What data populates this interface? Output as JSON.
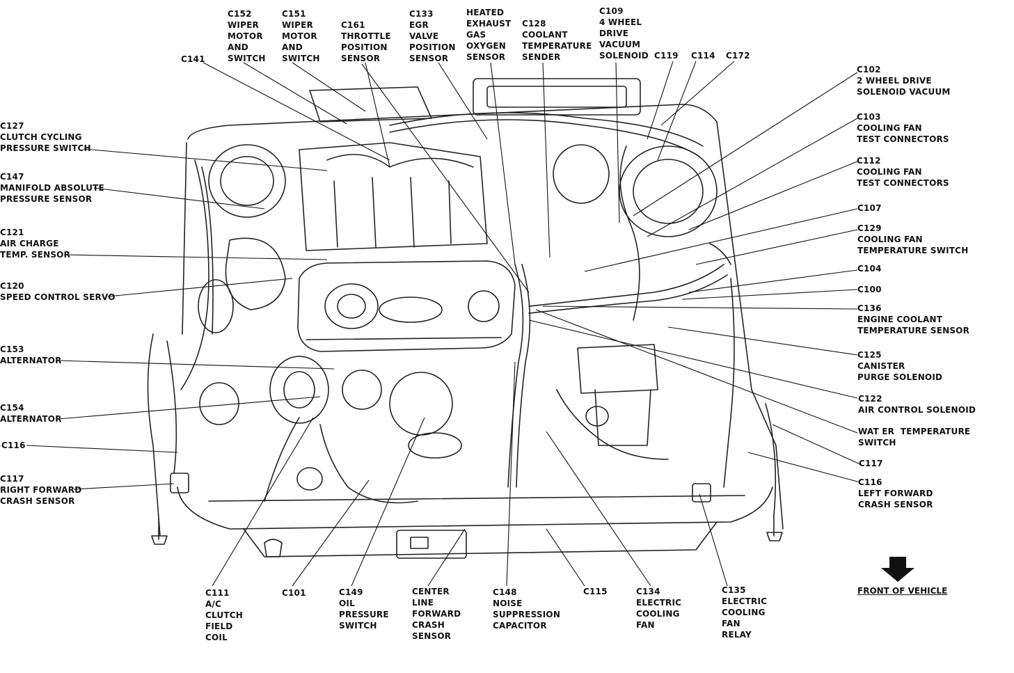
{
  "labels": {
    "c152": [
      "C152",
      "WIPER",
      "MOTOR",
      "AND",
      "SWITCH"
    ],
    "c151": [
      "C151",
      "WIPER",
      "MOTOR",
      "AND",
      "SWITCH"
    ],
    "c161": [
      "C161",
      "THROTTLE",
      "POSITION",
      "SENSOR"
    ],
    "c133": [
      "C133",
      "EGR",
      "VALVE",
      "POSITION",
      "SENSOR"
    ],
    "heated": [
      "HEATED",
      "EXHAUST",
      "GAS",
      "OXYGEN",
      "SENSOR"
    ],
    "c128": [
      "C128",
      "COOLANT",
      "TEMPERATURE",
      "SENDER"
    ],
    "c109": [
      "C109",
      "4 WHEEL",
      "DRIVE",
      "VACUUM",
      "SOLENOID"
    ],
    "c119": [
      "C119"
    ],
    "c114": [
      "C114"
    ],
    "c172": [
      "C172"
    ],
    "c141": [
      "C141"
    ],
    "c127": [
      "C127",
      "CLUTCH CYCLING",
      "PRESSURE SWITCH"
    ],
    "c147": [
      "C147",
      "MANIFOLD ABSOLUTE",
      "PRESSURE SENSOR"
    ],
    "c121": [
      "C121",
      "AIR CHARGE",
      "TEMP. SENSOR"
    ],
    "c120": [
      "C120",
      "SPEED CONTROL SERVO"
    ],
    "c153": [
      "C153",
      "ALTERNATOR"
    ],
    "c154": [
      "C154",
      "ALTERNATOR"
    ],
    "c116_left": [
      "C116"
    ],
    "c117_left": [
      "C117",
      "RIGHT FORWARD",
      "CRASH SENSOR"
    ],
    "c102": [
      "C102",
      "2 WHEEL DRIVE",
      "SOLENOID VACUUM"
    ],
    "c103": [
      "C103",
      "COOLING FAN",
      "TEST CONNECTORS"
    ],
    "c112": [
      "C112",
      "COOLING FAN",
      "TEST CONNECTORS"
    ],
    "c107": [
      "C107"
    ],
    "c129": [
      "C129",
      "COOLING FAN",
      "TEMPERATURE SWITCH"
    ],
    "c104": [
      "C104"
    ],
    "c100": [
      "C100"
    ],
    "c136": [
      "C136",
      "ENGINE COOLANT",
      "TEMPERATURE SENSOR"
    ],
    "c125": [
      "C125",
      "CANISTER",
      "PURGE SOLENOID"
    ],
    "c122": [
      "C122",
      "AIR CONTROL SOLENOID"
    ],
    "water": [
      "WAT ER  TEMPERATURE",
      "SWITCH"
    ],
    "c117_right": [
      "C117"
    ],
    "c116_right": [
      "C116",
      "LEFT FORWARD",
      "CRASH SENSOR"
    ],
    "c111": [
      "C111",
      "A/C",
      "CLUTCH",
      "FIELD",
      "COIL"
    ],
    "c101": [
      "C101"
    ],
    "c149": [
      "C149",
      "OIL",
      "PRESSURE",
      "SWITCH"
    ],
    "center": [
      "CENTER",
      "LINE",
      "FORWARD",
      "CRASH",
      "SENSOR"
    ],
    "c148": [
      "C148",
      "NOISE",
      "SUPPRESSION",
      "CAPACITOR"
    ],
    "c115": [
      "C115"
    ],
    "c134": [
      "C134",
      "ELECTRIC",
      "COOLING",
      "FAN"
    ],
    "c135": [
      "C135",
      "ELECTRIC",
      "COOLING",
      "FAN",
      "RELAY"
    ]
  },
  "front_of_vehicle": "FRONT OF VEHICLE",
  "icons": {
    "front_arrow": "down-arrow-icon"
  }
}
